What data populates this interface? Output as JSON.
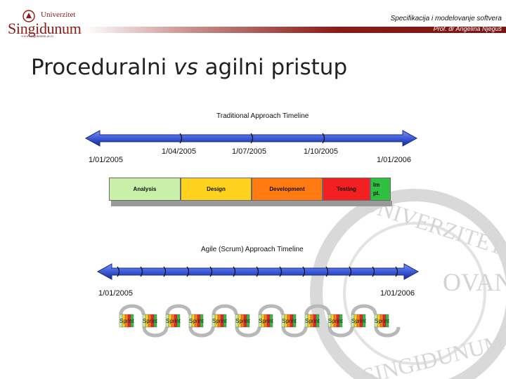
{
  "header": {
    "logo_line1": "Univerzitet",
    "logo_line2": "Singidunum",
    "logo_web": "www.singidunum.ac.rs",
    "course_title": "Specifikacija i modelovanje softvera",
    "author": "Prof. dr Angelina Njeguš",
    "accent_color": "#8a1b17"
  },
  "title": {
    "part1": "Proceduralni ",
    "part2": "vs",
    "part3": " agilni pristup"
  },
  "traditional": {
    "caption": "Traditional Approach Timeline",
    "dates": [
      "1/01/2005",
      "1/04/2005",
      "1/07/2005",
      "1/10/2005",
      "1/01/2006"
    ],
    "phases": [
      {
        "label": "Analysis",
        "color": "#c8f0a8"
      },
      {
        "label": "Design",
        "color": "#ffd21e"
      },
      {
        "label": "Development",
        "color": "#ff7a10"
      },
      {
        "label": "Testing",
        "color": "#f22020"
      },
      {
        "label": "Im pl.",
        "color": "#2fc040"
      }
    ]
  },
  "agile": {
    "caption": "Agile (Scrum) Approach Timeline",
    "dates": [
      "1/01/2005",
      "1/01/2006"
    ],
    "sprint_label": "Sprint"
  },
  "watermark": {
    "text_top": "UNIVERZITET",
    "text_bottom": "SINGIDUNUM",
    "text_mid": "OVANI"
  },
  "colors": {
    "timeline_blue": "#3a5bd9",
    "timeline_dark": "#1a2b8a"
  }
}
